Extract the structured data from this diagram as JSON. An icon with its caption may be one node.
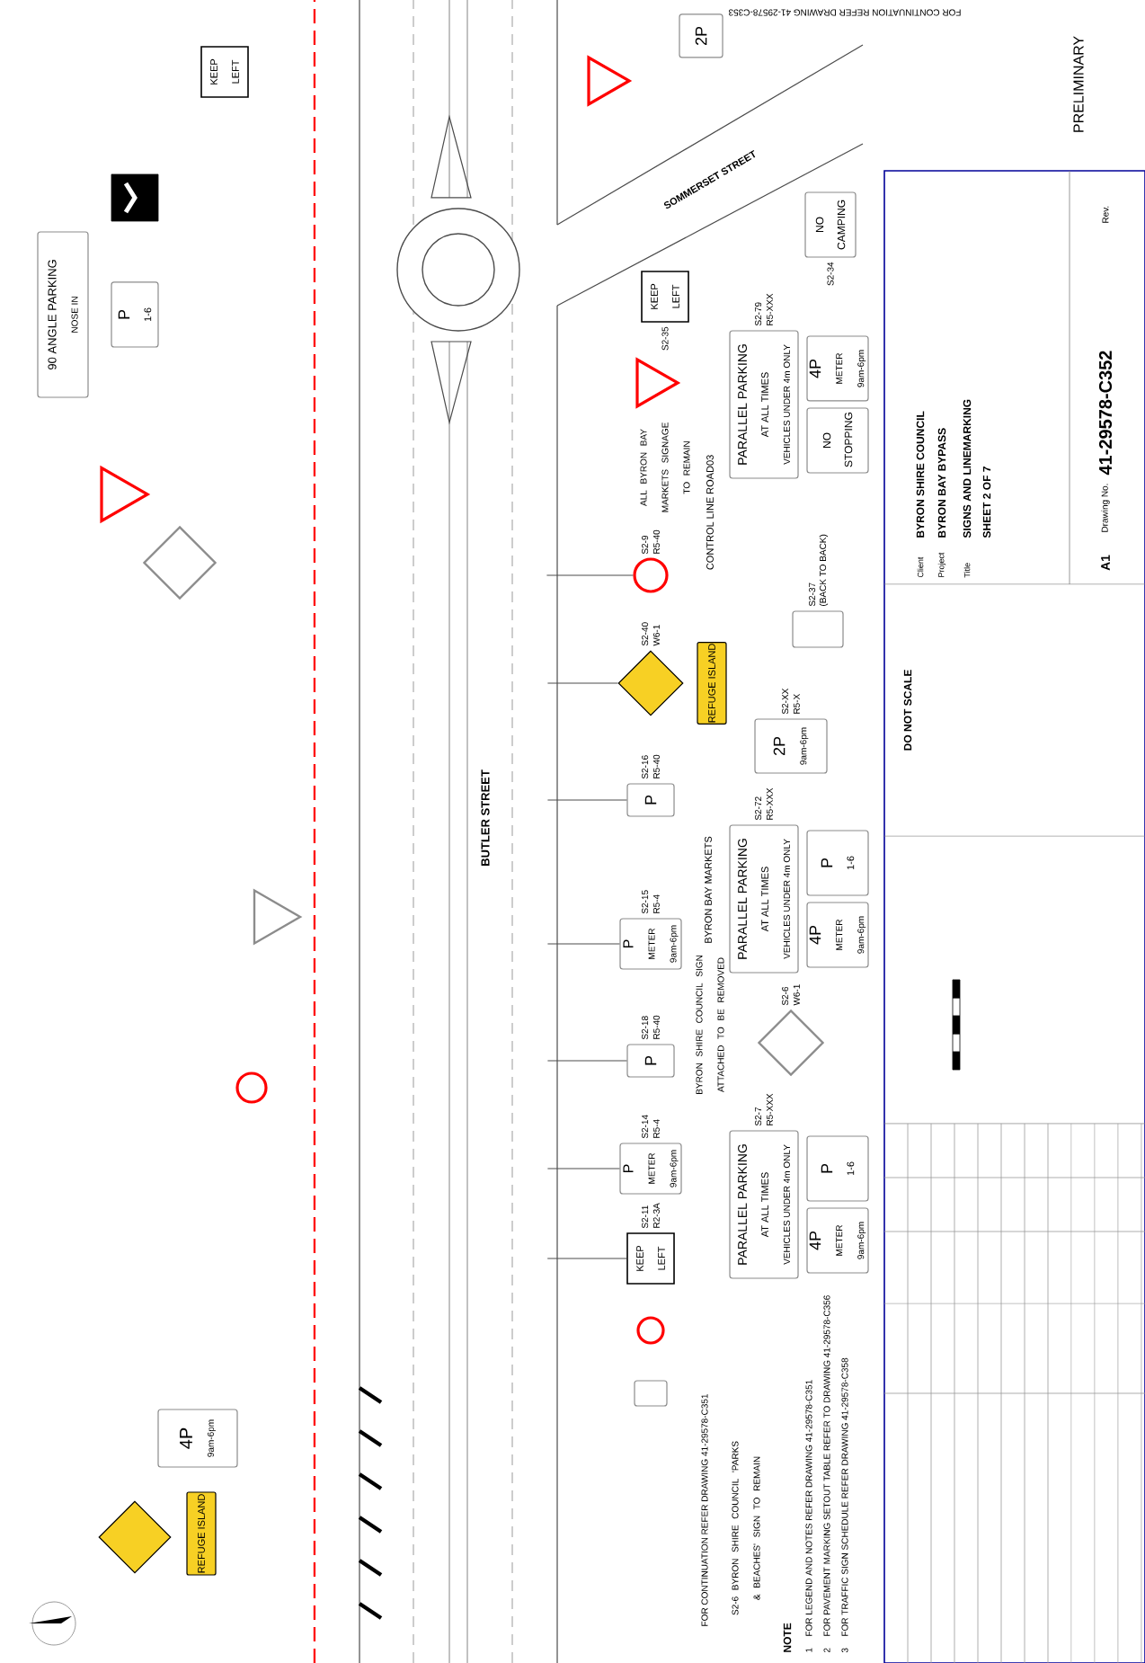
{
  "diagram": {
    "nodes": [
      {
        "text": [
          "PARALLEL PARKING",
          "AT ALL TIMES",
          "VEHICLES UNDER 4m ONLY"
        ],
        "beside": [
          "S2-7",
          "R5-XXX"
        ]
      },
      {
        "text": [
          "4P",
          "METER",
          "9am-6pm"
        ]
      },
      {
        "text": [
          "P",
          "1-6"
        ]
      },
      {
        "text": [],
        "shape": "diamond",
        "beside": [
          "S2-6",
          "W6-1"
        ]
      },
      {
        "text": [
          "PARALLEL PARKING",
          "AT ALL TIMES",
          "VEHICLES UNDER 4m ONLY"
        ],
        "beside": [
          "S2-72",
          "R5-XXX"
        ]
      },
      {
        "text": [
          "4P",
          "METER",
          "9am-6pm"
        ]
      },
      {
        "text": [
          "P",
          "1-6"
        ]
      },
      {
        "text": [
          "2P",
          "9am-6pm"
        ],
        "beside": [
          "S2-XX",
          "R5-X"
        ]
      },
      {
        "text": [],
        "shape": "box",
        "beside": [
          "S2-37",
          "(BACK TO BACK)"
        ]
      },
      {
        "text": [
          "PARALLEL PARKING",
          "AT ALL TIMES",
          "VEHICLES UNDER 4m ONLY"
        ],
        "beside": [
          "S2-79",
          "R5-XXX"
        ]
      },
      {
        "text": [
          "NO STOPPING"
        ]
      },
      {
        "text": [
          "4P",
          "METER",
          "9am-6pm"
        ]
      },
      {
        "text": [
          "KEEP LEFT"
        ],
        "beside": [
          "S2-35"
        ]
      },
      {
        "text": [
          "NO CAMPING"
        ],
        "beside": [
          "S2-34"
        ]
      },
      {
        "text": [
          "2P"
        ]
      },
      {
        "text": [],
        "shape": "diamond",
        "beside": [
          "S2-40",
          "W6-1"
        ]
      },
      {
        "text": [
          "REFUGE ISLAND"
        ]
      },
      {
        "text": [],
        "shape": "circle",
        "beside": [
          "S2-9",
          "R5-40"
        ]
      },
      {
        "text": [
          "P"
        ],
        "beside": [
          "S2-16",
          "R5-40"
        ]
      },
      {
        "text": [
          "P",
          "METER",
          "9am-6pm"
        ],
        "beside": [
          "S2-15",
          "R5-4"
        ]
      },
      {
        "text": [
          "P"
        ],
        "beside": [
          "S2-18",
          "R5-40"
        ]
      },
      {
        "text": [
          "P",
          "METER",
          "9am-6pm"
        ],
        "beside": [
          "S2-14",
          "R5-4"
        ]
      },
      {
        "text": [
          "KEEP LEFT"
        ],
        "beside": [
          "S2-11",
          "R2-3A"
        ]
      },
      {
        "text": [],
        "shape": "circle"
      },
      {
        "text": [],
        "shape": "box"
      },
      {
        "text": [
          "90 ANGLE PARKING",
          "NOSE IN"
        ]
      },
      {
        "text": [
          "P",
          "1-6"
        ]
      },
      {
        "text": [],
        "shape": "box"
      },
      {
        "text": [
          "KEEP LEFT"
        ]
      },
      {
        "text": [],
        "shape": "triangle"
      },
      {
        "text": [],
        "shape": "diamond"
      },
      {
        "text": [],
        "shape": "triangle"
      },
      {
        "text": [],
        "shape": "circle"
      },
      {
        "text": [],
        "shape": "diamond"
      },
      {
        "text": [
          "REFUGE ISLAND"
        ]
      },
      {
        "text": [
          "4P",
          "9am-6pm"
        ]
      },
      {
        "text": [],
        "shape": "triangle"
      },
      {
        "text": [],
        "shape": "triangle"
      }
    ],
    "edges": [
      {
        "from": 15,
        "to": null,
        "arrow": "none"
      },
      {
        "from": 17,
        "to": null,
        "arrow": "none"
      },
      {
        "from": 18,
        "to": null,
        "arrow": "none"
      },
      {
        "from": 19,
        "to": null,
        "arrow": "none"
      },
      {
        "from": 20,
        "to": null,
        "arrow": "none"
      },
      {
        "from": 21,
        "to": null,
        "arrow": "none"
      },
      {
        "from": 22,
        "to": null,
        "arrow": "none"
      }
    ],
    "labels": [
      "FOR CONTINUATION REFER DRAWING 41-29578-C353",
      "PRELIMINARY",
      "SOMMERSET STREET",
      "Rev.",
      "41-29578-C352",
      "ALL BYRON BAY MARKETS SIGNAGE TO REMAIN",
      "BYRON SHIRE COUNCIL",
      "BYRON BAY BYPASS",
      "SIGNS AND LINEMARKING",
      "SHEET 2 OF 7",
      "CONTROL LINE ROAD03",
      "Drawing No.",
      "Client",
      "Project",
      "Title",
      "A1",
      "DO NOT SCALE",
      "BUTLER STREET",
      "BYRON BAY MARKETS",
      "BYRON SHIRE COUNCIL SIGN ATTACHED TO BE REMOVED",
      "FOR CONTINUATION REFER DRAWING 41-29578-C351",
      "S2-6 BYRON SHIRE COUNCIL 'PARKS & BEACHES' SIGN TO REMAIN",
      "NOTE",
      "1",
      "FOR LEGEND AND NOTES REFER DRAWING 41-29578-C351",
      "2",
      "FOR PAVEMENT MARKING SETOUT TABLE REFER TO DRAWING 41-29578-C356",
      "3",
      "FOR TRAFFIC SIGN SCHEDULE REFER DRAWING 41-29578-C358"
    ]
  }
}
